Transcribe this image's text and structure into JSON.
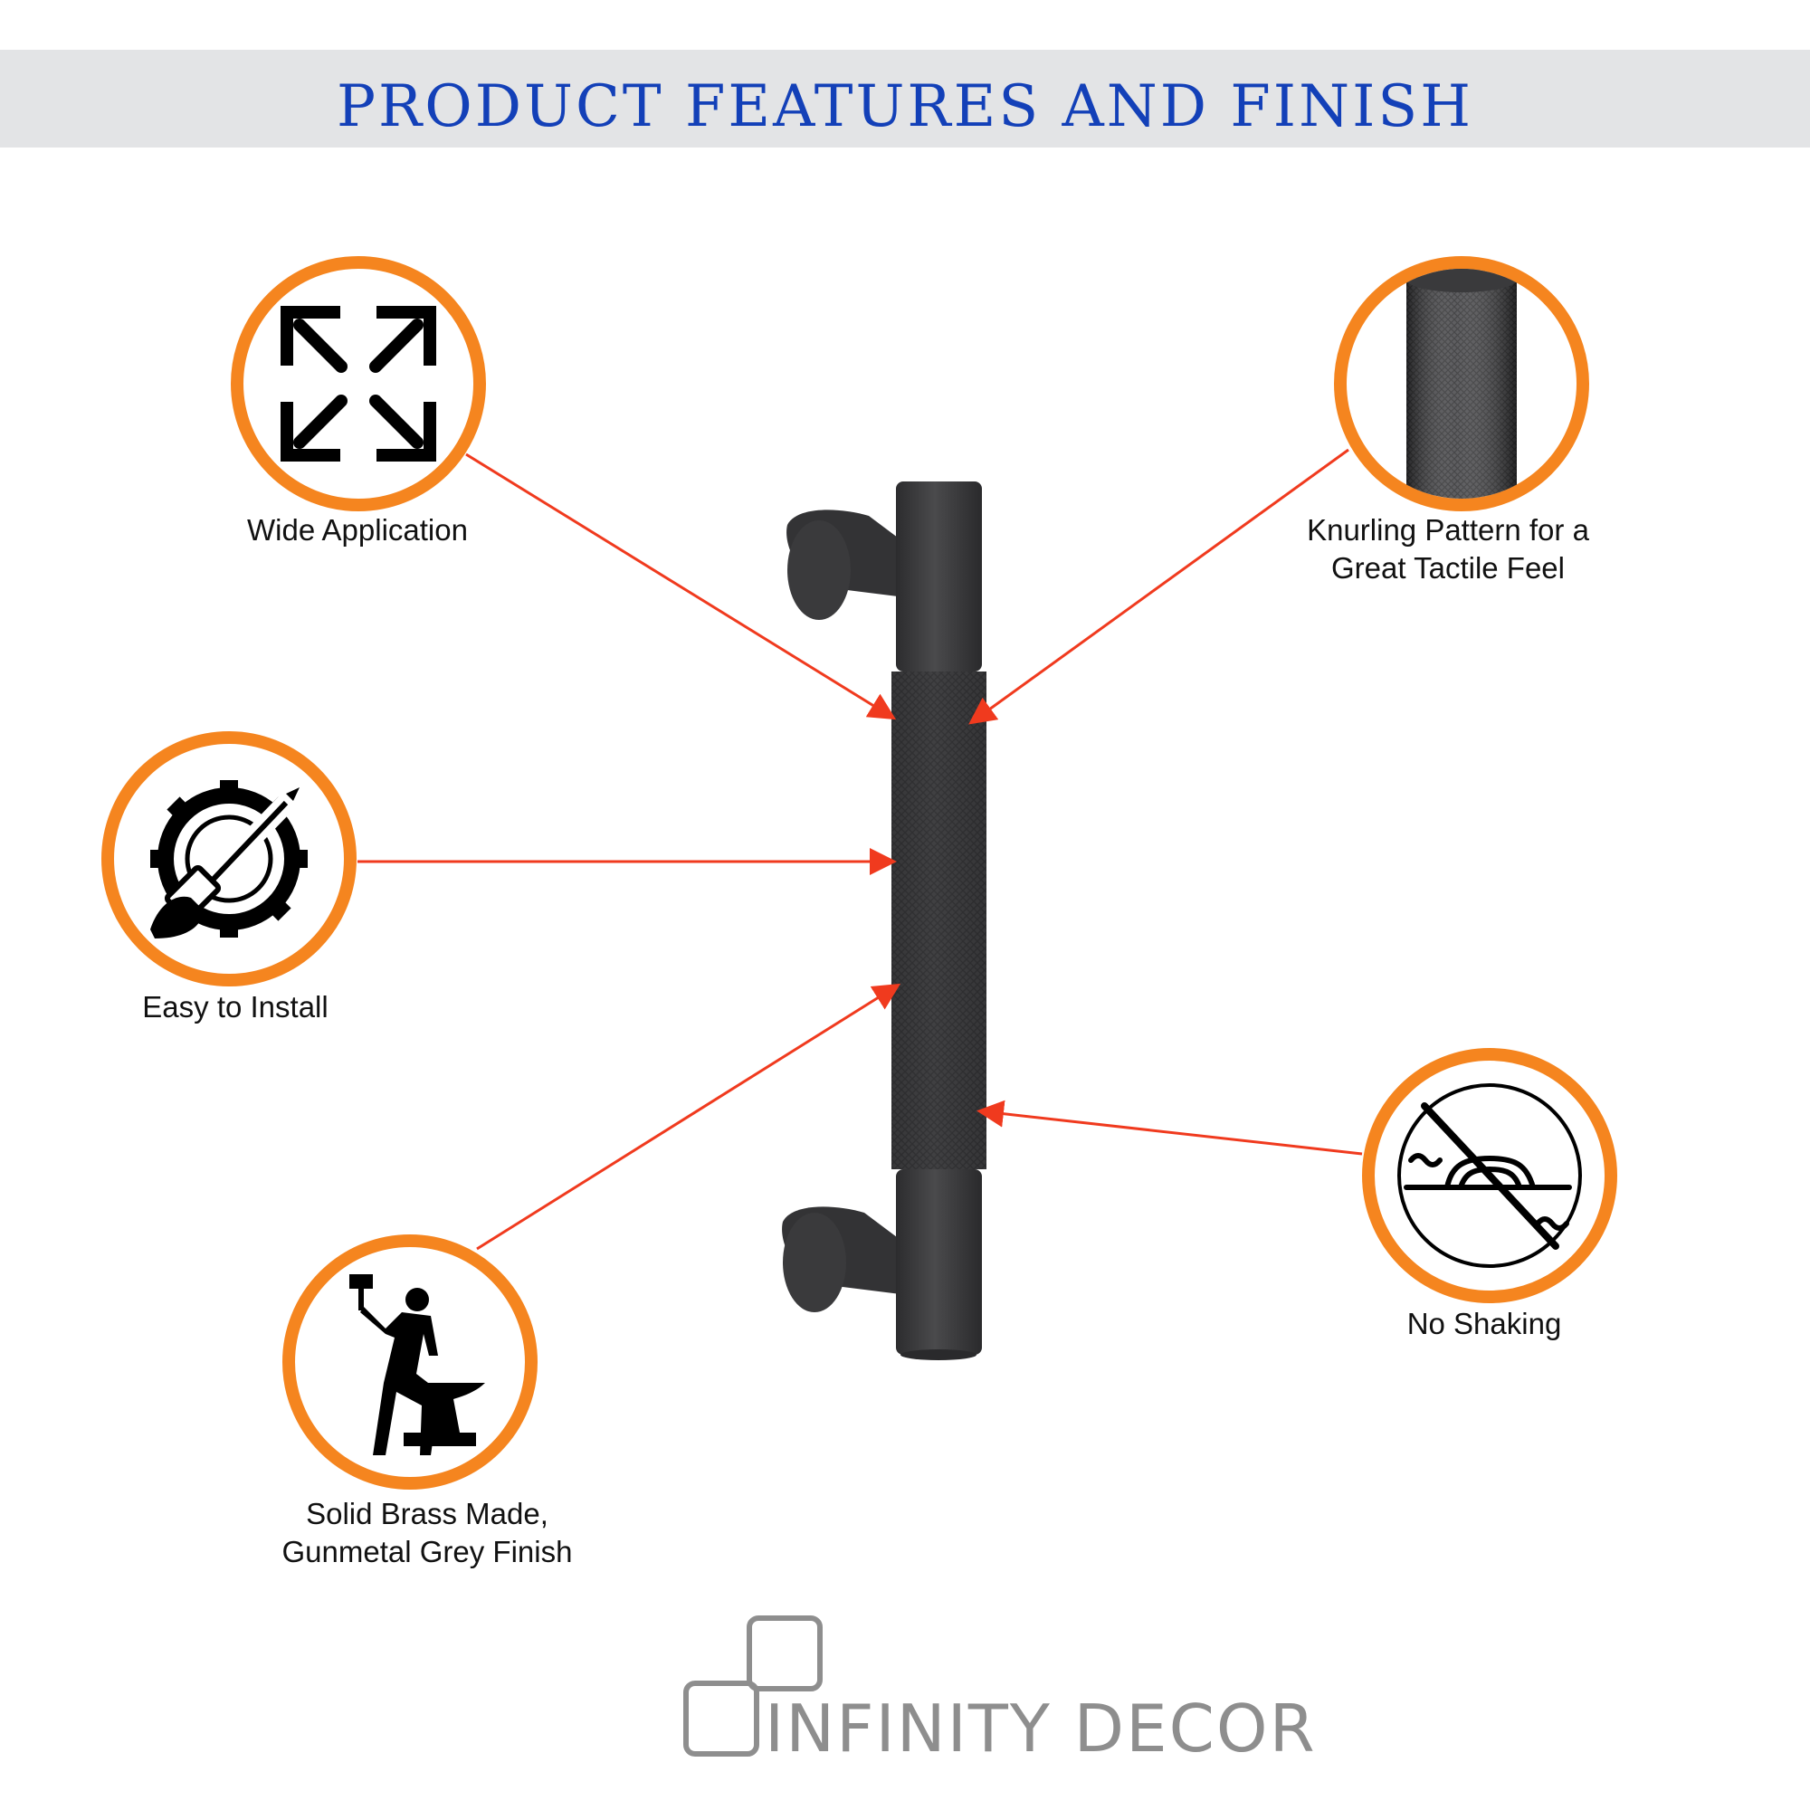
{
  "header": {
    "title": "PRODUCT FEATURES AND FINISH"
  },
  "features": [
    {
      "id": "wide-application",
      "label_line1": "Wide Application",
      "label_line2": "",
      "icon": "expand-arrows-icon"
    },
    {
      "id": "knurling",
      "label_line1": "Knurling Pattern for a",
      "label_line2": "Great Tactile Feel",
      "icon": "knurled-texture-icon"
    },
    {
      "id": "easy-install",
      "label_line1": "Easy to Install",
      "label_line2": "",
      "icon": "gear-screwdriver-icon"
    },
    {
      "id": "solid-brass",
      "label_line1": "Solid Brass Made,",
      "label_line2": "Gunmetal Grey Finish",
      "icon": "blacksmith-anvil-icon"
    },
    {
      "id": "no-shaking",
      "label_line1": "No Shaking",
      "label_line2": "",
      "icon": "no-shaking-icon"
    }
  ],
  "brand": {
    "name": "INFINITY DECOR"
  },
  "colors": {
    "accent_orange": "#f5851f",
    "arrow_red": "#f03a1e",
    "title_blue": "#1340b8",
    "banner_grey": "#e3e4e6",
    "handle_gunmetal": "#3a3a3c"
  }
}
